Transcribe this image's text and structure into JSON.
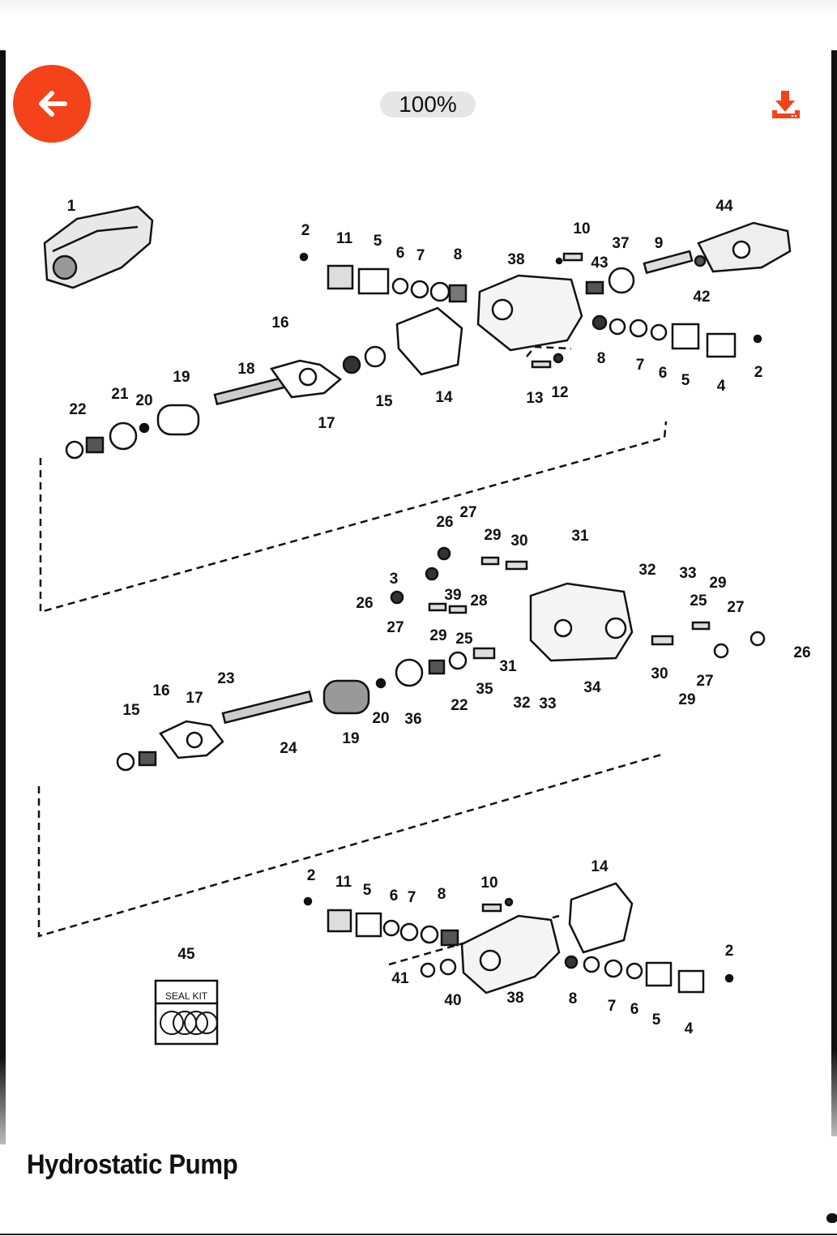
{
  "viewer": {
    "zoom_label": "100%",
    "back_icon": "arrow-left-icon",
    "download_icon": "download-icon"
  },
  "colors": {
    "accent": "#f4421b",
    "badge_bg": "#e6e6e6",
    "ink": "#111111"
  },
  "diagram": {
    "seal_kit_label": "SEAL KIT",
    "callouts": [
      "1",
      "2",
      "11",
      "5",
      "6",
      "7",
      "8",
      "38",
      "10",
      "43",
      "37",
      "9",
      "44",
      "42",
      "8",
      "7",
      "6",
      "5",
      "4",
      "2",
      "16",
      "18",
      "19",
      "21",
      "20",
      "22",
      "17",
      "15",
      "14",
      "13",
      "12",
      "26",
      "27",
      "29",
      "30",
      "31",
      "32",
      "33",
      "3",
      "39",
      "28",
      "26",
      "27",
      "29",
      "25",
      "29",
      "25",
      "27",
      "26",
      "31",
      "32",
      "33",
      "34",
      "30",
      "29",
      "27",
      "35",
      "22",
      "36",
      "20",
      "19",
      "16",
      "17",
      "23",
      "15",
      "24",
      "2",
      "11",
      "5",
      "6",
      "7",
      "8",
      "10",
      "14",
      "45",
      "41",
      "40",
      "38",
      "8",
      "7",
      "6",
      "5",
      "4",
      "2"
    ]
  },
  "caption": "Hydrostatic Pump"
}
